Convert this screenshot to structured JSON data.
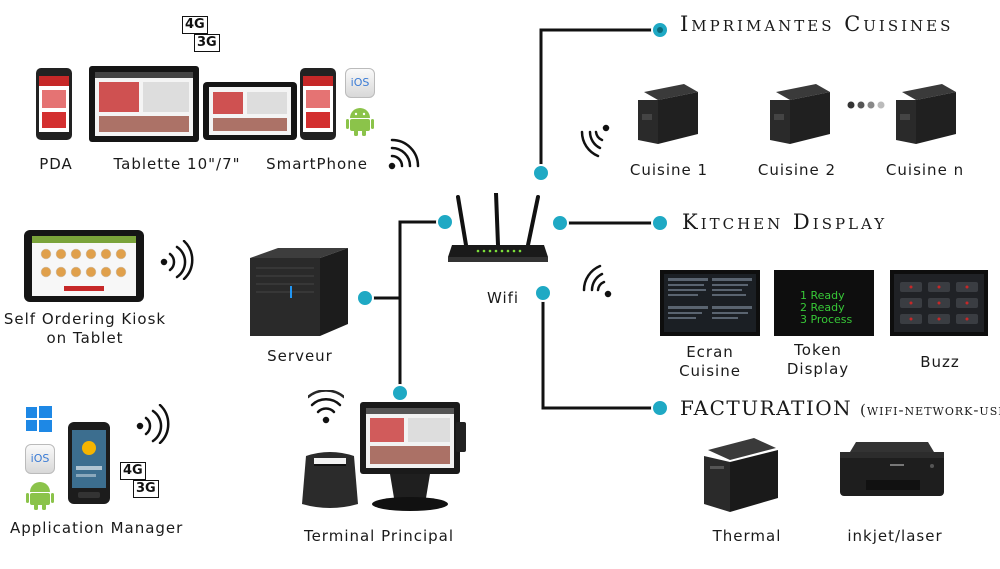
{
  "devices_left": {
    "pda": "PDA",
    "tablet": "Tablette 10\"/7\"",
    "smartphone": "SmartPhone",
    "kiosk_line1": "Self Ordering Kiosk",
    "kiosk_line2": "on Tablet",
    "app_manager": "Application Manager",
    "server": "Serveur",
    "terminal": "Terminal Principal",
    "wifi": "Wifi"
  },
  "badges": {
    "g4": "4G",
    "g3": "3G",
    "ios": "iOS"
  },
  "sections": {
    "printers_title": "Imprimantes Cuisines",
    "kitchen_title": "Kitchen Display",
    "billing_title": "FACTURATION",
    "billing_sub": "(wifi-network-usb)"
  },
  "printers": {
    "p1": "Cuisine 1",
    "p2": "Cuisine 2",
    "pn": "Cuisine n"
  },
  "displays": {
    "ecran_line1": "Ecran",
    "ecran_line2": "Cuisine",
    "token_line1": "Token",
    "token_line2": "Display",
    "token_screen": [
      "1 Ready",
      "2 Ready",
      "3 Process"
    ],
    "buzz": "Buzz"
  },
  "billing": {
    "thermal": "Thermal",
    "inkjet": "inkjet/laser"
  },
  "colors": {
    "node": "#1fa9c4",
    "wire": "#111111",
    "token_green": "#37c837"
  }
}
